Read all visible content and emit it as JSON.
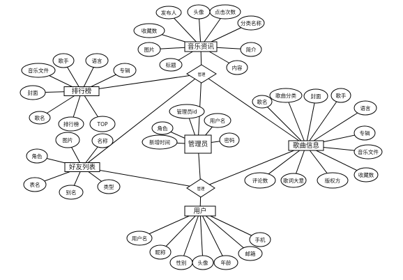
{
  "entities": {
    "music_news": "音乐资讯",
    "ranking": "排行榜",
    "admin": "管理员",
    "song_info": "歌曲信息",
    "friend_list": "好友列表",
    "user": "用户"
  },
  "relationships": {
    "manage_top": "管理",
    "manage_bottom": "管理"
  },
  "attributes": {
    "music_news": [
      "发布人",
      "头像",
      "点击次数",
      "分类名称",
      "收藏数",
      "简介",
      "图片",
      "标题",
      "内容"
    ],
    "ranking": [
      "歌手",
      "语言",
      "音乐文件",
      "专辑",
      "封面",
      "歌名",
      "排行榜",
      "TOP"
    ],
    "admin": [
      "管理员id",
      "用户名",
      "角色",
      "新增时间",
      "密码"
    ],
    "song_info": [
      "歌名",
      "歌曲分类",
      "封面",
      "歌手",
      "语言",
      "专辑",
      "音乐文件",
      "收藏数",
      "评论数",
      "歌词大意",
      "版权方"
    ],
    "friend_list": [
      "图片",
      "名称",
      "角色",
      "表名",
      "别名",
      "类型"
    ],
    "user": [
      "用户名",
      "手机",
      "昵称",
      "邮箱",
      "性别",
      "头像",
      "年龄"
    ]
  }
}
